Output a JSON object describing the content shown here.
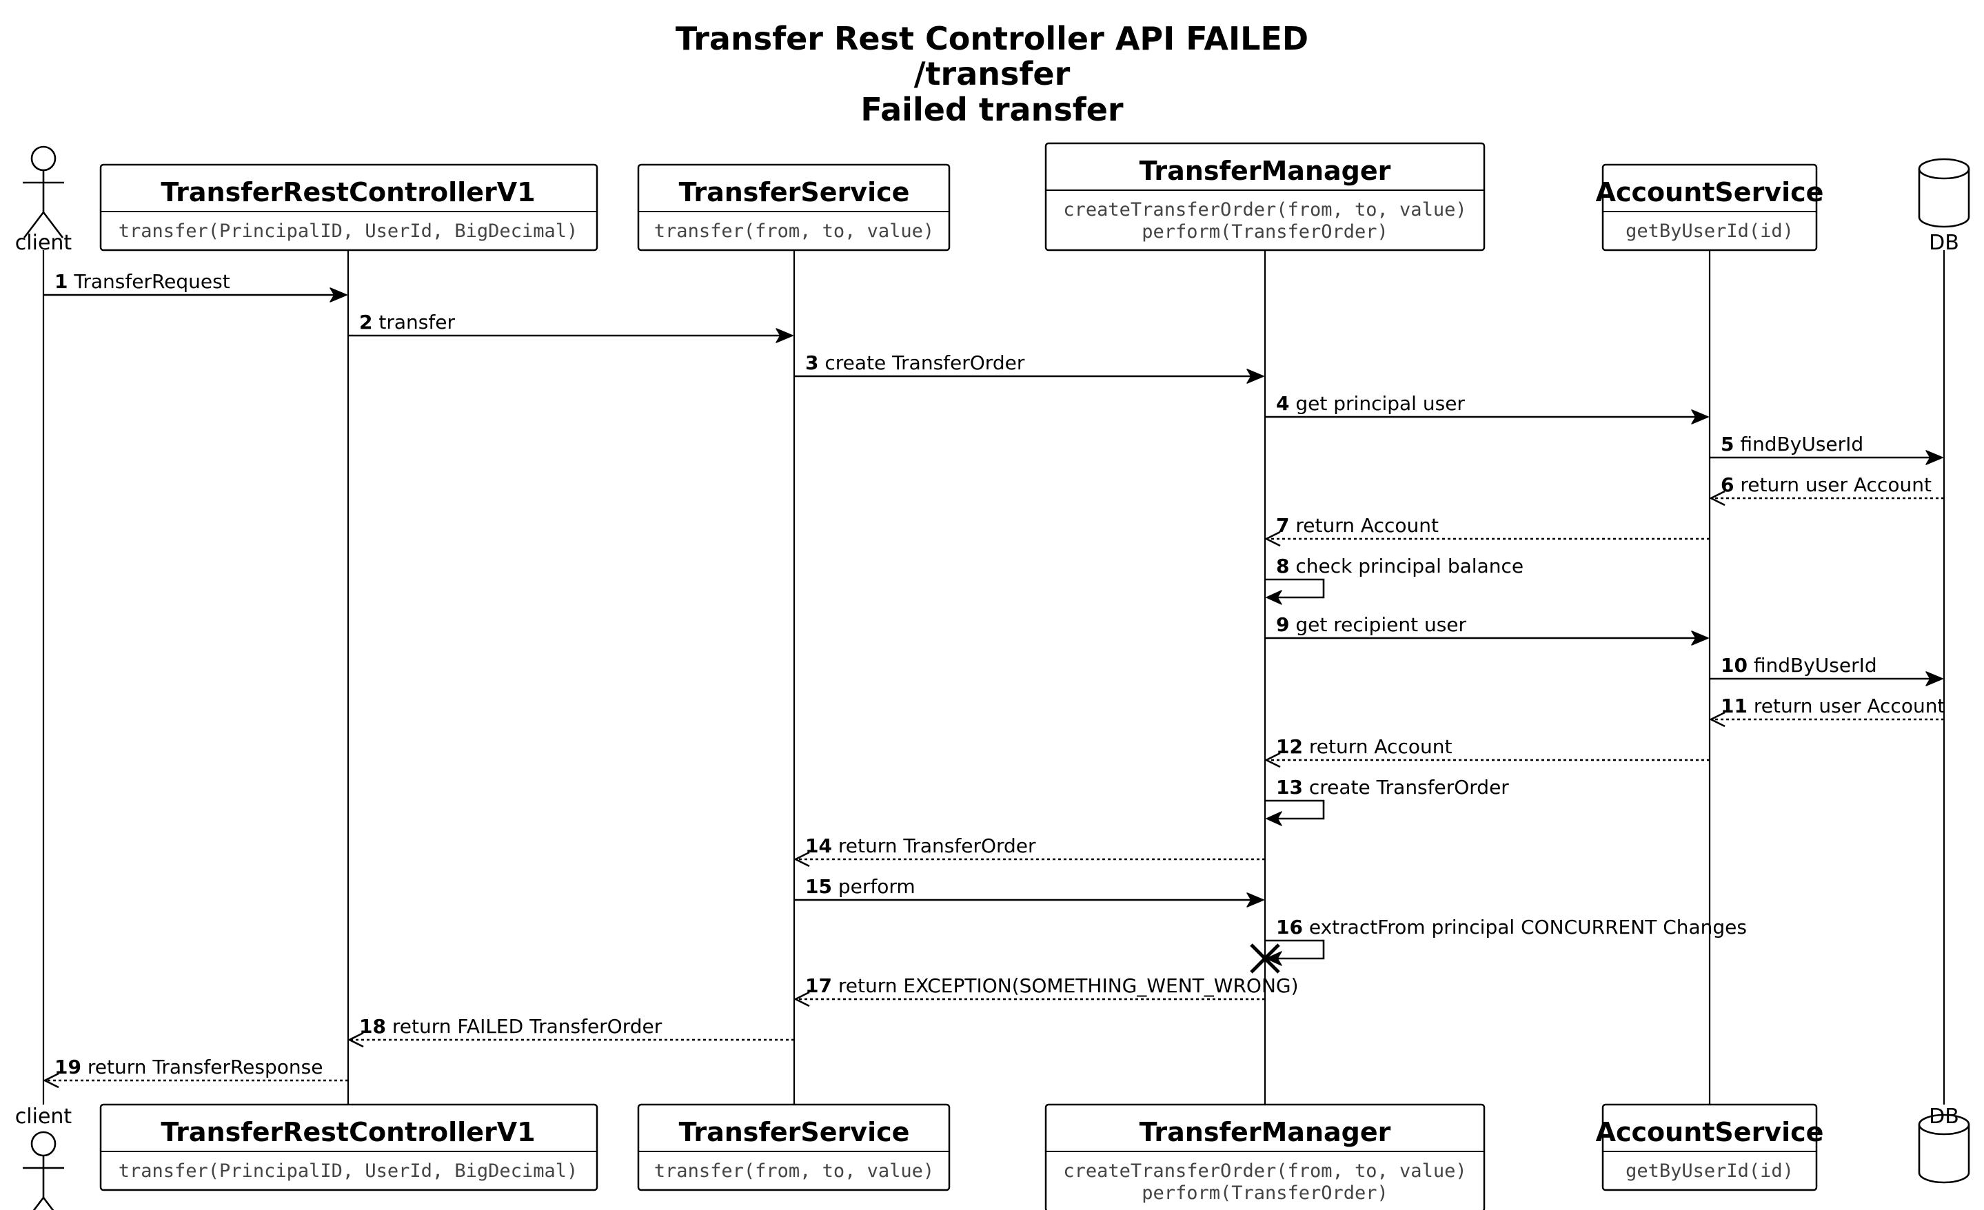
{
  "title": {
    "lines": [
      "Transfer Rest Controller API FAILED",
      "/transfer",
      "Failed transfer"
    ]
  },
  "participants": [
    {
      "id": "client",
      "kind": "actor",
      "name": "client",
      "methods": []
    },
    {
      "id": "controller",
      "kind": "class",
      "name": "TransferRestControllerV1",
      "methods": [
        "transfer(PrincipalID, UserId, BigDecimal)"
      ]
    },
    {
      "id": "service",
      "kind": "class",
      "name": "TransferService",
      "methods": [
        "transfer(from, to, value)"
      ]
    },
    {
      "id": "manager",
      "kind": "class",
      "name": "TransferManager",
      "methods": [
        "createTransferOrder(from, to, value)",
        "perform(TransferOrder)"
      ]
    },
    {
      "id": "account",
      "kind": "class",
      "name": "AccountService",
      "methods": [
        "getByUserId(id)"
      ]
    },
    {
      "id": "db",
      "kind": "database",
      "name": "DB",
      "methods": []
    }
  ],
  "messages": [
    {
      "num": "1",
      "text": "TransferRequest",
      "from": "client",
      "to": "controller",
      "style": "sync"
    },
    {
      "num": "2",
      "text": "transfer",
      "from": "controller",
      "to": "service",
      "style": "sync"
    },
    {
      "num": "3",
      "text": "create TransferOrder",
      "from": "service",
      "to": "manager",
      "style": "sync"
    },
    {
      "num": "4",
      "text": "get principal user",
      "from": "manager",
      "to": "account",
      "style": "sync"
    },
    {
      "num": "5",
      "text": "findByUserId",
      "from": "account",
      "to": "db",
      "style": "sync"
    },
    {
      "num": "6",
      "text": "return user Account",
      "from": "db",
      "to": "account",
      "style": "return"
    },
    {
      "num": "7",
      "text": "return Account",
      "from": "account",
      "to": "manager",
      "style": "return"
    },
    {
      "num": "8",
      "text": "check principal balance",
      "from": "manager",
      "to": "manager",
      "style": "self"
    },
    {
      "num": "9",
      "text": "get recipient user",
      "from": "manager",
      "to": "account",
      "style": "sync"
    },
    {
      "num": "10",
      "text": "findByUserId",
      "from": "account",
      "to": "db",
      "style": "sync"
    },
    {
      "num": "11",
      "text": "return user Account",
      "from": "db",
      "to": "account",
      "style": "return"
    },
    {
      "num": "12",
      "text": "return Account",
      "from": "account",
      "to": "manager",
      "style": "return"
    },
    {
      "num": "13",
      "text": "create TransferOrder",
      "from": "manager",
      "to": "manager",
      "style": "self"
    },
    {
      "num": "14",
      "text": "return TransferOrder",
      "from": "manager",
      "to": "service",
      "style": "return"
    },
    {
      "num": "15",
      "text": "perform",
      "from": "service",
      "to": "manager",
      "style": "sync"
    },
    {
      "num": "16",
      "text": "extractFrom principal CONCURRENT Changes",
      "from": "manager",
      "to": "manager",
      "style": "self-destroy"
    },
    {
      "num": "17",
      "text": "return EXCEPTION(SOMETHING_WENT_WRONG)",
      "from": "manager",
      "to": "service",
      "style": "return"
    },
    {
      "num": "18",
      "text": "return FAILED TransferOrder",
      "from": "service",
      "to": "controller",
      "style": "return"
    },
    {
      "num": "19",
      "text": "return TransferResponse",
      "from": "controller",
      "to": "client",
      "style": "return"
    }
  ]
}
